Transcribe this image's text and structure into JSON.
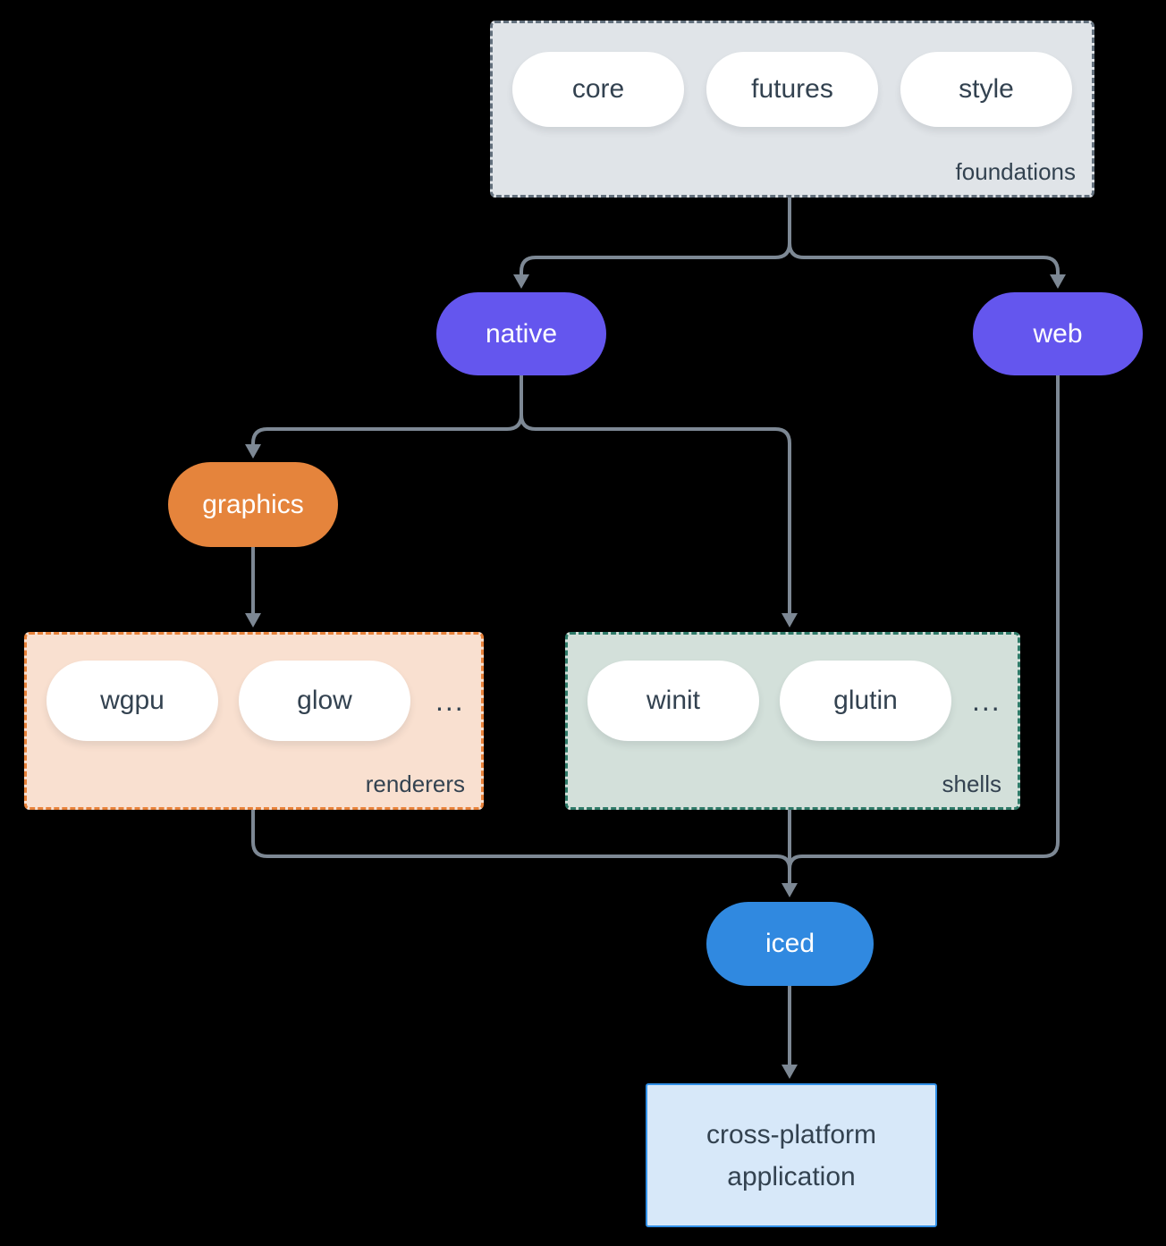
{
  "diagram": {
    "foundations": {
      "label": "foundations",
      "items": [
        "core",
        "futures",
        "style"
      ]
    },
    "native": {
      "label": "native"
    },
    "web": {
      "label": "web"
    },
    "graphics": {
      "label": "graphics"
    },
    "renderers": {
      "label": "renderers",
      "items": [
        "wgpu",
        "glow"
      ],
      "more": "..."
    },
    "shells": {
      "label": "shells",
      "items": [
        "winit",
        "glutin"
      ],
      "more": "..."
    },
    "iced": {
      "label": "iced"
    },
    "application": {
      "line1": "cross-platform",
      "line2": "application"
    }
  },
  "colors": {
    "bg": "#000000",
    "ink": "#334250",
    "line": "#7d8894",
    "pill-fill": "#ffffff",
    "purple": "#6456ee",
    "orange": "#e5843c",
    "blue": "#3089e0",
    "foundations-fill": "#e0e4e8",
    "foundations-border": "#64717e",
    "renderers-fill": "#f9e0d0",
    "renderers-border": "#e8823a",
    "shells-fill": "#d3e0da",
    "shells-border": "#2e7a68",
    "app-fill": "#d7e8f9",
    "app-border": "#3190e8"
  }
}
